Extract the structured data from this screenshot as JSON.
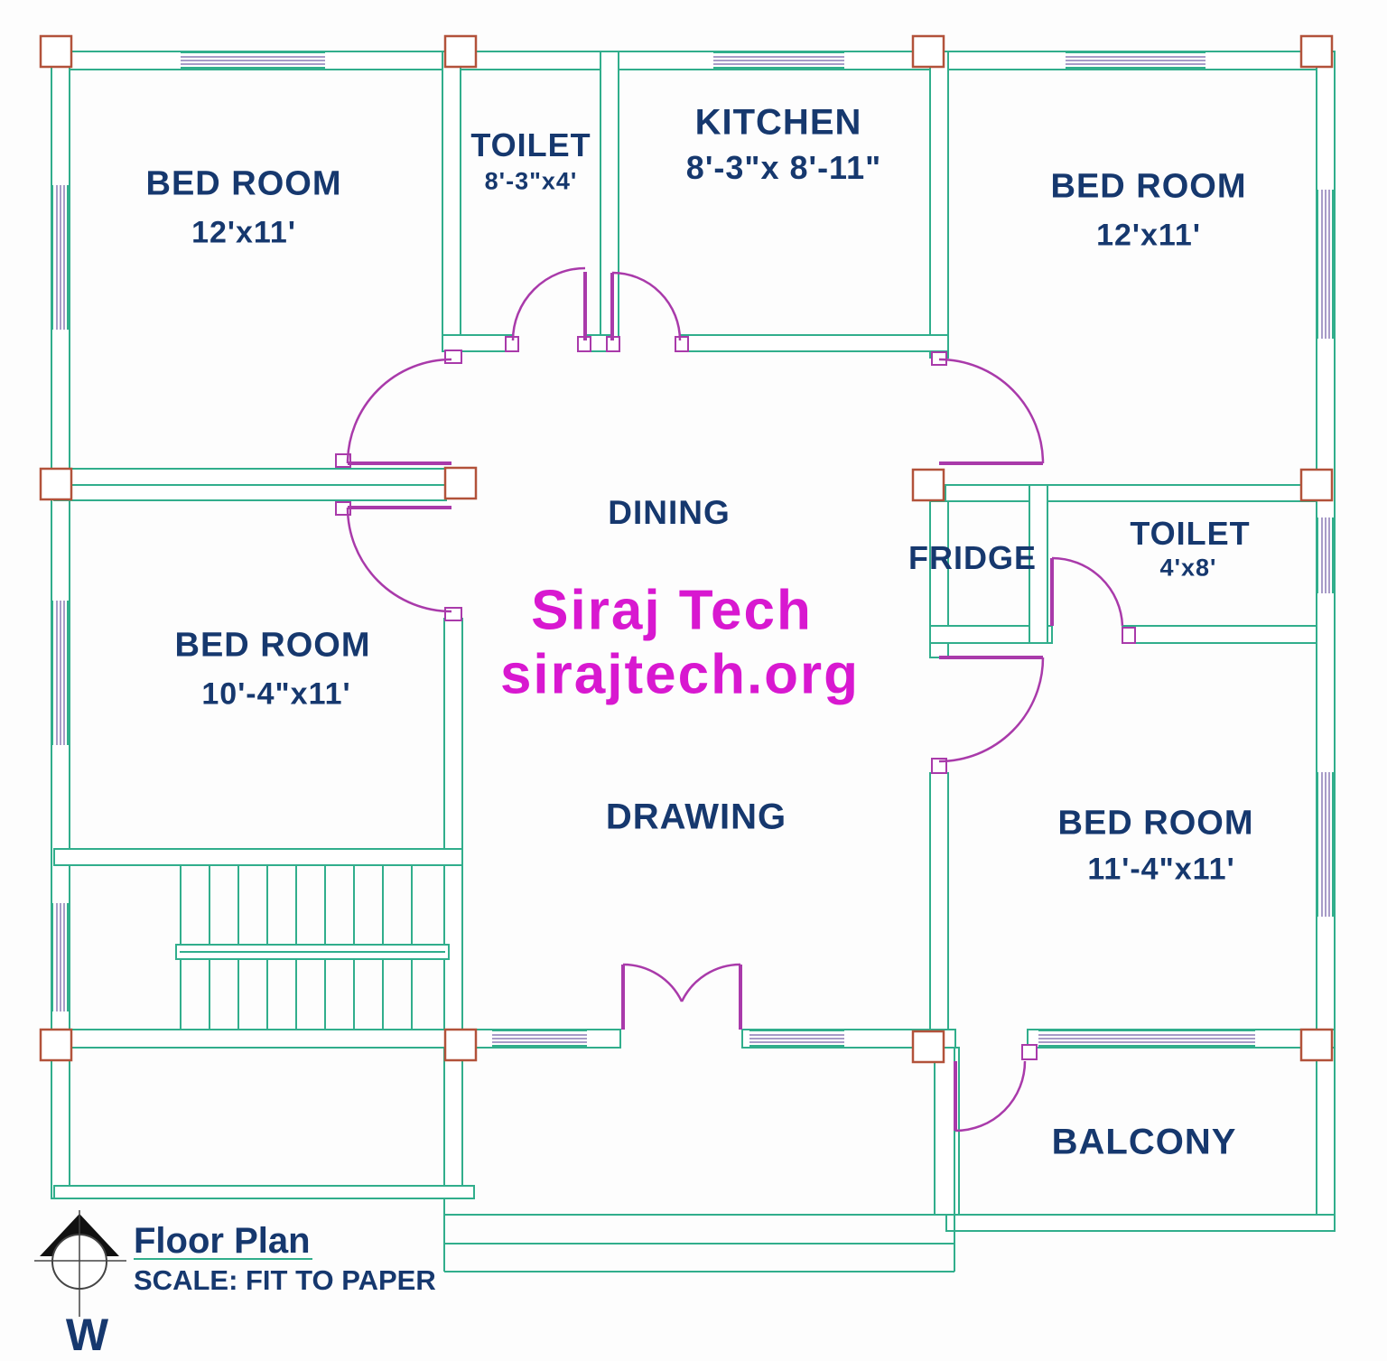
{
  "palette": {
    "wall": "#31ae8c",
    "col": "#b2523a",
    "door": "#a93aaa",
    "win": "#8b7cb5",
    "text": "#16386e",
    "wm": "#d818d0"
  },
  "rooms": [
    {
      "id": "bedroom-tl",
      "name": "BED ROOM",
      "dims": "12'x11'"
    },
    {
      "id": "toilet-top",
      "name": "TOILET",
      "dims": "8'-3\"x4'"
    },
    {
      "id": "kitchen",
      "name": "KITCHEN",
      "dims": "8'-3\"x 8'-11\""
    },
    {
      "id": "bedroom-tr",
      "name": "BED ROOM",
      "dims": "12'x11'"
    },
    {
      "id": "dining",
      "name": "DINING"
    },
    {
      "id": "fridge",
      "name": "FRIDGE"
    },
    {
      "id": "toilet-right",
      "name": "TOILET",
      "dims": "4'x8'"
    },
    {
      "id": "bedroom-ml",
      "name": "BED ROOM",
      "dims": "10'-4\"x11'"
    },
    {
      "id": "drawing",
      "name": "DRAWING"
    },
    {
      "id": "bedroom-br",
      "name": "BED ROOM",
      "dims": "11'-4\"x11'"
    },
    {
      "id": "balcony",
      "name": "BALCONY"
    }
  ],
  "watermark": {
    "line1": "Siraj Tech",
    "line2": "sirajtech.org"
  },
  "title_block": {
    "title": "Floor Plan",
    "scale": "SCALE: FIT TO PAPER",
    "compass_letter": "W"
  }
}
